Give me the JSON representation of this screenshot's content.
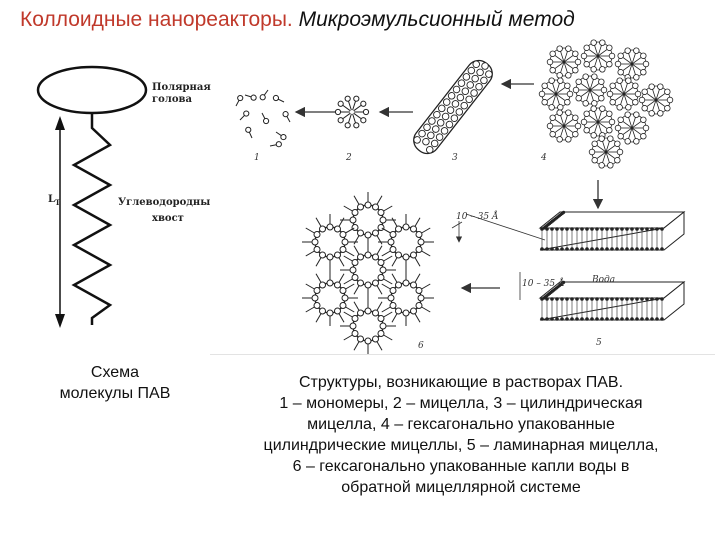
{
  "title": {
    "part1": "Коллоидные нанореакторы.",
    "part2": "Микроэмульсионный метод"
  },
  "molecule": {
    "head_label_line1": "Полярная",
    "head_label_line2": "голова",
    "tail_label_line1": "Углеводородны",
    "tail_label_line2": "хвост",
    "length_label": "L",
    "length_sub": "T"
  },
  "structures": {
    "numbers": [
      "1",
      "2",
      "3",
      "4",
      "5",
      "6"
    ],
    "dim_label_1": "10 – 35 Å",
    "dim_label_2": "10 – 35 Å",
    "water_label": "Вода"
  },
  "caption_left": [
    "Схема",
    "молекулы ПАВ"
  ],
  "caption_right": [
    "Структуры, возникающие в растворах ПАВ.",
    "1 – мономеры, 2 – мицелла, 3 – цилиндрическая",
    "мицелла, 4 – гексагонально упакованные",
    "цилиндрические мицеллы, 5 – ламинарная мицелла,",
    "6 – гексагонально упакованные капли воды в",
    "обратной мицеллярной системе"
  ]
}
